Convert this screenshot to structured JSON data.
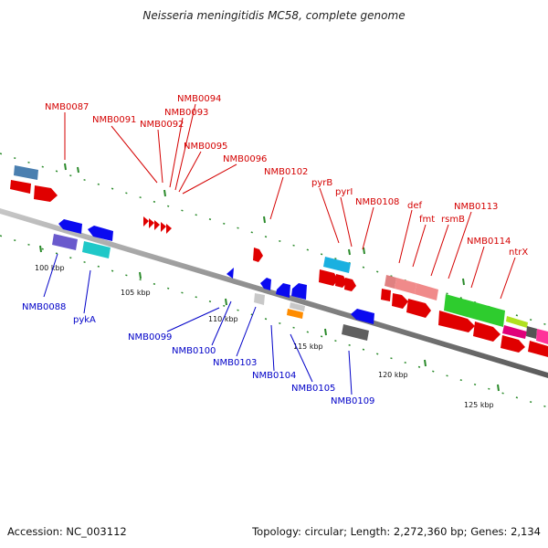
{
  "title": "Neisseria meningitidis MC58, complete genome",
  "accession": "Accession: NC_003112",
  "summary": "Topology: circular; Length: 2,272,360 bp; Genes: 2,134",
  "scale_labels": [
    "100 kbp",
    "105 kbp",
    "110 kbp",
    "115 kbp",
    "120 kbp",
    "125 kbp"
  ],
  "gene_labels_top": [
    "NMB0087",
    "NMB0091",
    "NMB0092",
    "NMB0093",
    "NMB0094",
    "NMB0095",
    "NMB0096",
    "NMB0102",
    "pyrB",
    "pyrI",
    "NMB0108",
    "def",
    "fmt",
    "rsmB",
    "NMB0113",
    "NMB0114",
    "ntrX"
  ],
  "gene_labels_bottom": [
    "NMB0088",
    "pykA",
    "NMB0099",
    "NMB0100",
    "NMB0103",
    "NMB0104",
    "NMB0105",
    "NMB0109"
  ],
  "colors": {
    "top_label": "#d40000",
    "bottom_label": "#0000c8",
    "strand_forward": "#ff0000",
    "strand_reverse": "#0000ff",
    "tick": "#2a8a2a"
  }
}
